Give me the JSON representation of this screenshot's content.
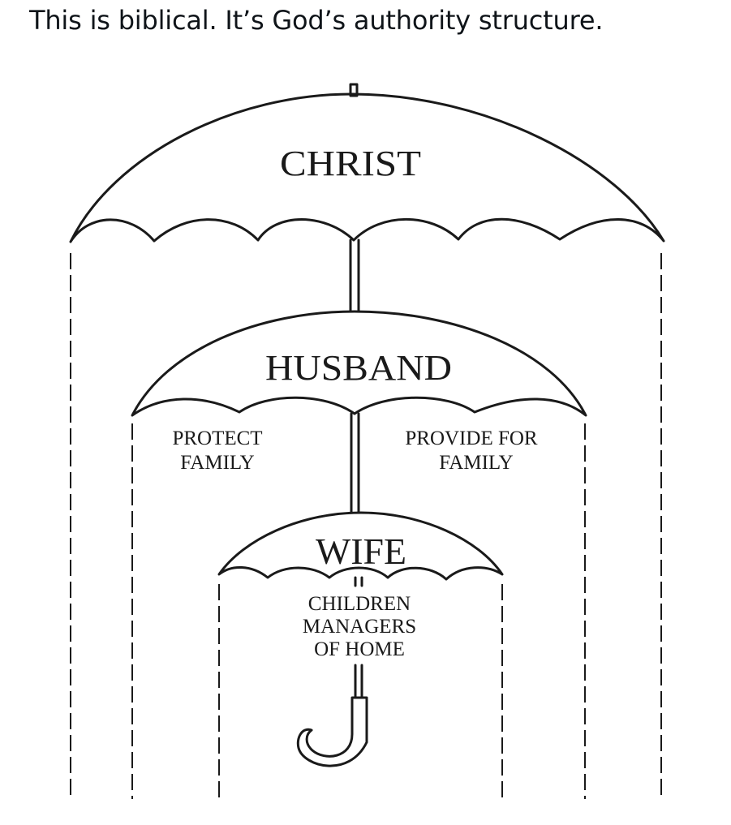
{
  "post": {
    "caption": "This is biblical. It’s God’s authority structure."
  },
  "diagram": {
    "top_umbrella": {
      "label": "CHRIST"
    },
    "middle_umbrella": {
      "label": "HUSBAND",
      "left_role": [
        "PROTECT",
        "FAMILY"
      ],
      "right_role": [
        "PROVIDE FOR",
        "FAMILY"
      ]
    },
    "bottom_umbrella": {
      "label": "WIFE",
      "role": [
        "CHILDREN",
        "MANAGERS",
        "OF HOME"
      ]
    }
  }
}
